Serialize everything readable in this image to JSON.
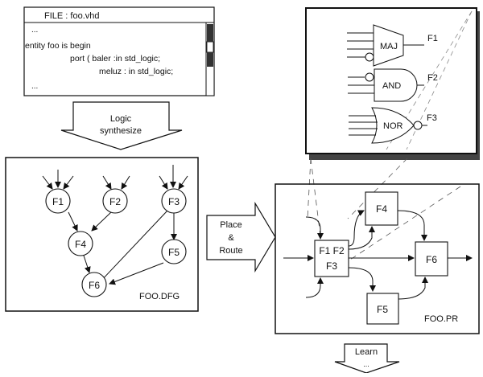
{
  "file_box": {
    "title": "FILE : foo.vhd",
    "lines": [
      "...",
      "entity foo is begin",
      "port (  baler :in std_logic;",
      "meluz : in std_logic;",
      "..."
    ]
  },
  "arrows": {
    "synth": [
      "Logic",
      "synthesize"
    ],
    "place": [
      "Place",
      "&",
      "Route"
    ],
    "learn": [
      "Learn",
      "..."
    ]
  },
  "dfg": {
    "label": "FOO.DFG",
    "nodes": [
      "F1",
      "F2",
      "F3",
      "F4",
      "F5",
      "F6"
    ]
  },
  "gates": {
    "names": [
      "MAJ",
      "AND",
      "NOR"
    ],
    "outputs": [
      "F1",
      "F2",
      "F3"
    ]
  },
  "pr": {
    "label": "FOO.PR",
    "block_label_line1": "F1 F2",
    "block_label_line2": "F3",
    "f4": "F4",
    "f5": "F5",
    "f6": "F6"
  }
}
